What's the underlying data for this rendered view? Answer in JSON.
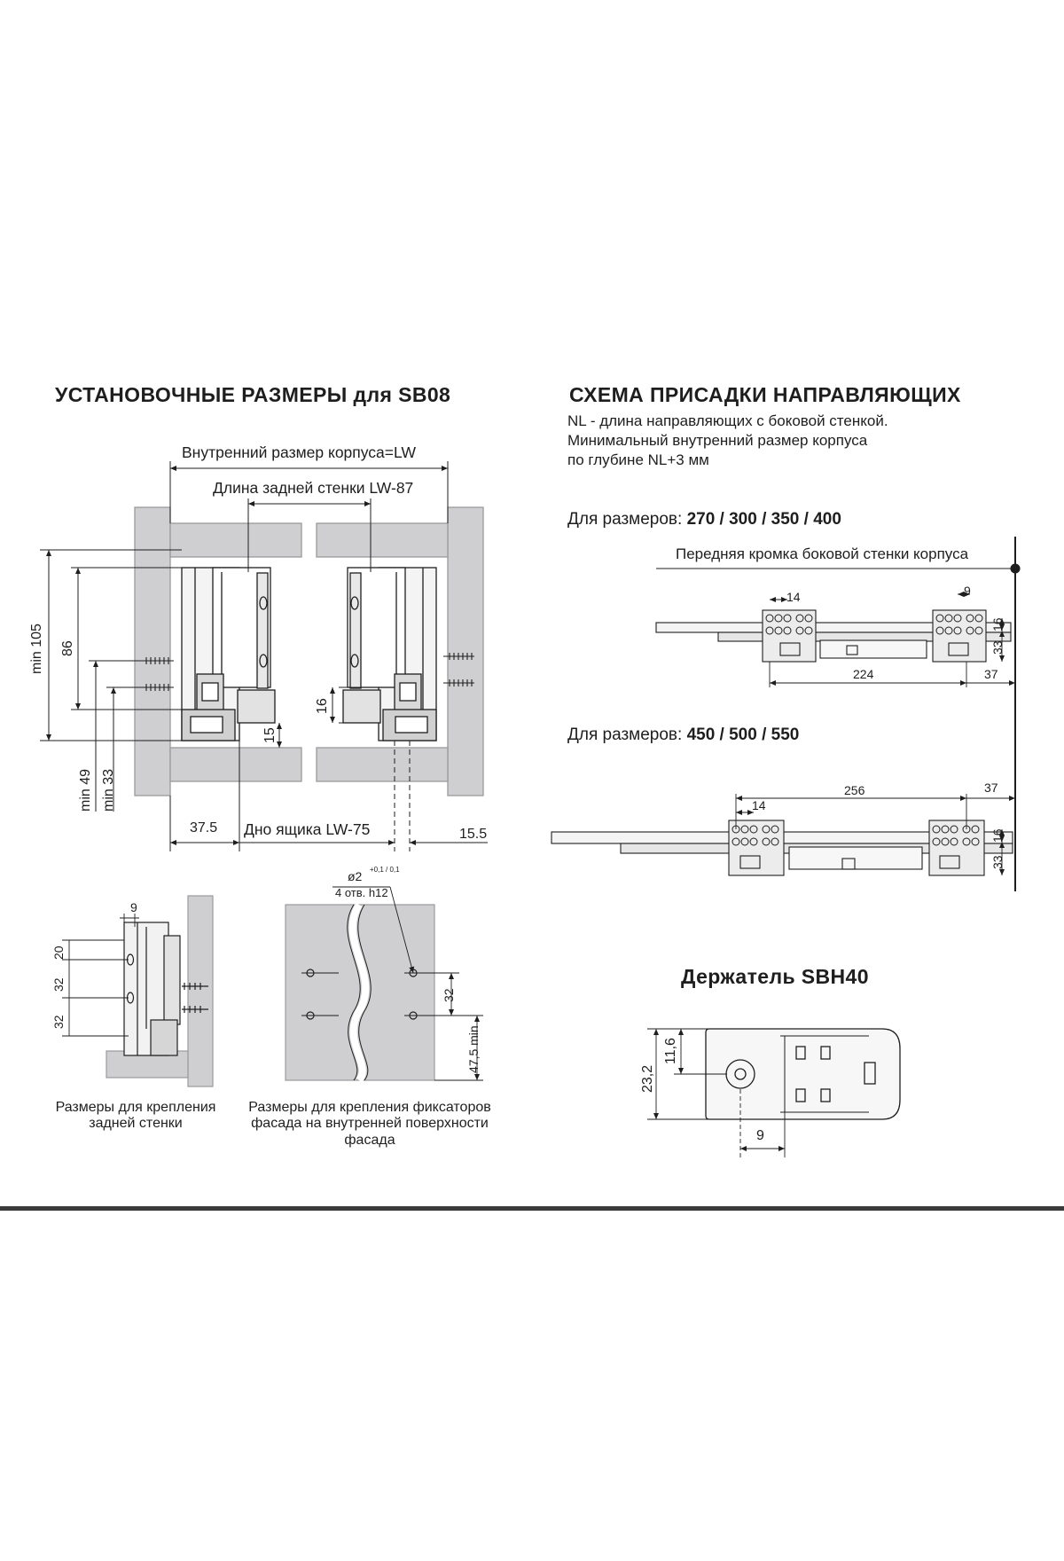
{
  "left_panel": {
    "title": "УСТАНОВОЧНЫЕ РАЗМЕРЫ для SB08",
    "dim_inner_width": "Внутренний размер корпуса=LW",
    "dim_back_wall": "Длина задней стенки  LW-87",
    "dim_bottom": "Дно ящика  LW-75",
    "dim_min105": "min 105",
    "dim_86": "86",
    "dim_min49": "min 49",
    "dim_min33": "min 33",
    "dim_16": "16",
    "dim_15": "15",
    "dim_37_5": "37.5",
    "dim_15_5": "15.5"
  },
  "rear_wall_detail": {
    "dim_9": "9",
    "dim_20": "20",
    "dim_32a": "32",
    "dim_32b": "32",
    "caption": "Размеры  для крепления задней стенки"
  },
  "facade_detail": {
    "hole_spec": "ø2",
    "hole_tol": "+0,1 / 0,1",
    "hole_count": "4 отв. h12",
    "dim_32": "32",
    "dim_47_5": "47,5 min",
    "caption": "Размеры для крепления фиксаторов фасада на внутренней поверхности фасада"
  },
  "right_panel": {
    "title": "СХЕМА ПРИСАДКИ НАПРАВЛЯЮЩИХ",
    "note_line1": "NL - длина направляющих с боковой стенкой.",
    "note_line2": "Минимальный внутренний размер корпуса",
    "note_line3": "по глубине NL+3 мм",
    "sizes1_prefix": "Для размеров: ",
    "sizes1_values": "270 / 300 / 350 / 400",
    "front_edge_label": "Передняя кромка боковой стенки корпуса",
    "sizes2_prefix": "Для размеров: ",
    "sizes2_values": "450 / 500 / 550",
    "s1_dim_14": "14",
    "s1_dim_9": "9",
    "s1_dim_16": "16",
    "s1_dim_33": "33",
    "s1_dim_224": "224",
    "s1_dim_37": "37",
    "s2_dim_256": "256",
    "s2_dim_37": "37",
    "s2_dim_14": "14",
    "s2_dim_16": "16",
    "s2_dim_33": "33",
    "holder_title": "Держатель SBH40",
    "holder_dim_23_2": "23,2",
    "holder_dim_11_6": "11,6",
    "holder_dim_9": "9"
  }
}
